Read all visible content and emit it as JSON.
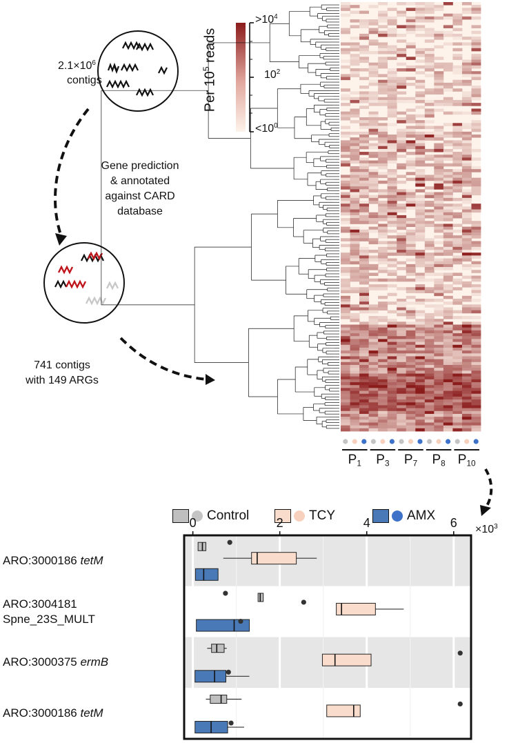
{
  "workflow": {
    "contigs_count": "2.1×10",
    "contigs_exp": "6",
    "contigs_word": "contigs",
    "step_line1": "Gene prediction",
    "step_line2": "& annotated",
    "step_line3": "against CARD",
    "step_line4": "database",
    "result_line1": "741 contigs",
    "result_line2": "with 149 ARGs"
  },
  "heatmap": {
    "colorbar_title_prefix": "Per 10",
    "colorbar_title_exp": "5",
    "colorbar_title_suffix": " reads",
    "colorbar_low_color": "#fbf1e6",
    "colorbar_high_color": "#8b1c1c",
    "tick_high_base": ">10",
    "tick_high_exp": "4",
    "tick_mid_base": "10",
    "tick_mid_exp": "2",
    "tick_low_base": "<10",
    "tick_low_exp": "0",
    "patients": [
      {
        "base": "P",
        "sub": "1"
      },
      {
        "base": "P",
        "sub": "3"
      },
      {
        "base": "P",
        "sub": "7"
      },
      {
        "base": "P",
        "sub": "8"
      },
      {
        "base": "P",
        "sub": "10"
      }
    ],
    "sample_order": [
      "Control",
      "TCY",
      "AMX"
    ],
    "n_rows": 149,
    "n_columns": 15
  },
  "legend": {
    "items": [
      {
        "label": "Control",
        "box_color": "#bfbfbf",
        "dot_color": "#c4c4c4"
      },
      {
        "label": "TCY",
        "box_color": "#f9dccb",
        "dot_color": "#f7d1be"
      },
      {
        "label": "AMX",
        "box_color": "#4a79b7",
        "dot_color": "#3e72c8"
      }
    ]
  },
  "chart_data": {
    "type": "box",
    "x_ticks": [
      "0",
      "2",
      "4",
      "6"
    ],
    "x_multiplier": "×10",
    "x_multiplier_exp": "3",
    "xlim": [
      -0.2,
      6.4
    ],
    "rows": [
      {
        "label_prefix": "ARO:3000186 ",
        "label_gene": "tetM",
        "label_line2": "",
        "shaded": true,
        "boxes": [
          {
            "group": "Control",
            "q1": 0.12,
            "median": 0.22,
            "q3": 0.3,
            "whisker_low": 0.12,
            "whisker_high": 0.3,
            "outliers": [
              0.85
            ]
          },
          {
            "group": "TCY",
            "q1": 1.35,
            "median": 1.48,
            "q3": 2.38,
            "whisker_low": 0.7,
            "whisker_high": 2.85,
            "outliers": []
          },
          {
            "group": "AMX",
            "q1": 0.06,
            "median": 0.25,
            "q3": 0.58,
            "whisker_low": 0.06,
            "whisker_high": 0.58,
            "outliers": []
          }
        ]
      },
      {
        "label_prefix": "ARO:3004181",
        "label_gene": "",
        "label_line2": "Spne_23S_MULT",
        "shaded": false,
        "boxes": [
          {
            "group": "Control",
            "q1": 1.5,
            "median": 1.55,
            "q3": 1.62,
            "whisker_low": 1.5,
            "whisker_high": 1.62,
            "outliers": [
              0.75
            ]
          },
          {
            "group": "TCY",
            "q1": 3.3,
            "median": 3.42,
            "q3": 4.2,
            "whisker_low": 3.3,
            "whisker_high": 4.85,
            "outliers": [
              2.55
            ]
          },
          {
            "group": "AMX",
            "q1": 0.08,
            "median": 0.95,
            "q3": 1.3,
            "whisker_low": 0.08,
            "whisker_high": 1.3,
            "outliers": [
              1.1
            ]
          }
        ]
      },
      {
        "label_prefix": "ARO:3000375 ",
        "label_gene": "ermB",
        "label_line2": "",
        "shaded": true,
        "boxes": [
          {
            "group": "Control",
            "q1": 0.43,
            "median": 0.55,
            "q3": 0.72,
            "whisker_low": 0.33,
            "whisker_high": 0.78,
            "outliers": []
          },
          {
            "group": "TCY",
            "q1": 2.98,
            "median": 3.27,
            "q3": 4.1,
            "whisker_low": 2.98,
            "whisker_high": 4.1,
            "outliers": [
              6.15
            ]
          },
          {
            "group": "AMX",
            "q1": 0.05,
            "median": 0.5,
            "q3": 0.76,
            "whisker_low": 0.05,
            "whisker_high": 1.3,
            "outliers": [
              0.82
            ]
          }
        ]
      },
      {
        "label_prefix": "ARO:3000186 ",
        "label_gene": "tetM",
        "label_line2": "",
        "shaded": false,
        "boxes": [
          {
            "group": "Control",
            "q1": 0.4,
            "median": 0.65,
            "q3": 0.78,
            "whisker_low": 0.3,
            "whisker_high": 1.12,
            "outliers": []
          },
          {
            "group": "TCY",
            "q1": 3.08,
            "median": 3.7,
            "q3": 3.85,
            "whisker_low": 3.08,
            "whisker_high": 3.85,
            "outliers": [
              6.15
            ]
          },
          {
            "group": "AMX",
            "q1": 0.05,
            "median": 0.42,
            "q3": 0.8,
            "whisker_low": 0.05,
            "whisker_high": 1.18,
            "outliers": [
              0.88
            ]
          }
        ]
      }
    ]
  }
}
